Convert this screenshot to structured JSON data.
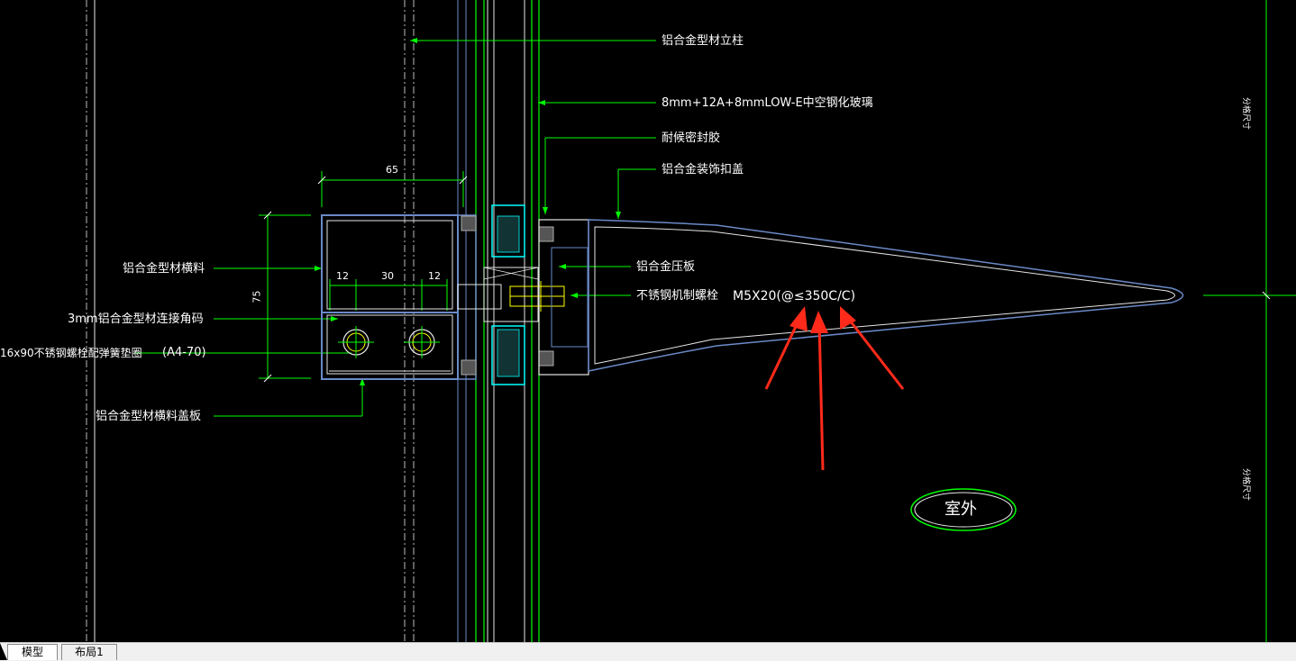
{
  "drawing": {
    "labels": {
      "mullion": "铝合金型材立柱",
      "glass": "8mm+12A+8mmLOW-E中空钢化玻璃",
      "sealant_strip": "耐候密封胶",
      "deco_cover": "铝合金装饰扣盖",
      "transom": "铝合金型材横料",
      "pressure_plate": "铝合金压板",
      "angle_code": "3mm铝合金型材连接角码",
      "machine_bolt": "不锈钢机制螺栓",
      "bolt_spec": "M5X20(@≤350C/C)",
      "stainless_bolt": "16x90不锈钢螺栓配弹簧垫圈",
      "bolt_grade": "(A4-70)",
      "transom_cover": "铝合金型材横料盖板",
      "outdoor": "室外",
      "side_dim_top": "分格尺寸",
      "side_dim_bottom": "分格尺寸"
    },
    "dimensions": {
      "width_65": "65",
      "height_75": "75",
      "d12a": "12",
      "d30": "30",
      "d12b": "12"
    },
    "colors": {
      "line_green": "#00ff00",
      "line_white": "#e6e6e6",
      "line_blue": "#6a8ac8",
      "line_cyan": "#00ffff",
      "line_yellow": "#ffff00",
      "arrow_red": "#ff2a1a"
    }
  },
  "tabs": [
    {
      "label": "模型",
      "active": true
    },
    {
      "label": "布局1",
      "active": false
    }
  ]
}
